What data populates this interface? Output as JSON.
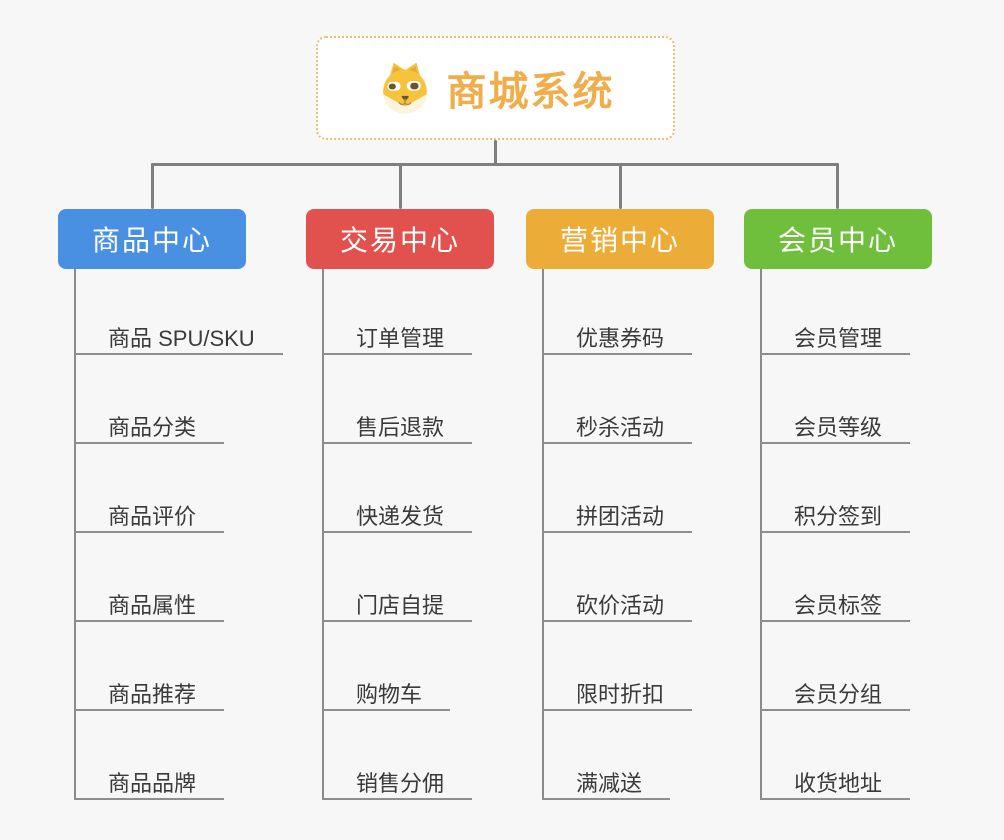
{
  "theme": {
    "background": "#f7f7f7",
    "connector": "#7f7f7f",
    "trunk": "#8a8a8a",
    "underline": "#8e8e8e",
    "item_text": "#3a3a3a",
    "node_text": "#ffffff",
    "root_border": "#f3bc66",
    "root_title": "#efae4b",
    "root_bg": "#ffffff"
  },
  "root": {
    "title": "商城系统",
    "icon": "dog-face-icon"
  },
  "branches": [
    {
      "label": "商品中心",
      "color": "#4a90e2",
      "items": [
        "商品 SPU/SKU",
        "商品分类",
        "商品评价",
        "商品属性",
        "商品推荐",
        "商品品牌"
      ]
    },
    {
      "label": "交易中心",
      "color": "#e1524f",
      "items": [
        "订单管理",
        "售后退款",
        "快递发货",
        "门店自提",
        "购物车",
        "销售分佣"
      ]
    },
    {
      "label": "营销中心",
      "color": "#ecac38",
      "items": [
        "优惠券码",
        "秒杀活动",
        "拼团活动",
        "砍价活动",
        "限时折扣",
        "满减送"
      ]
    },
    {
      "label": "会员中心",
      "color": "#6fbf3d",
      "items": [
        "会员管理",
        "会员等级",
        "积分签到",
        "会员标签",
        "会员分组",
        "收货地址"
      ]
    }
  ]
}
